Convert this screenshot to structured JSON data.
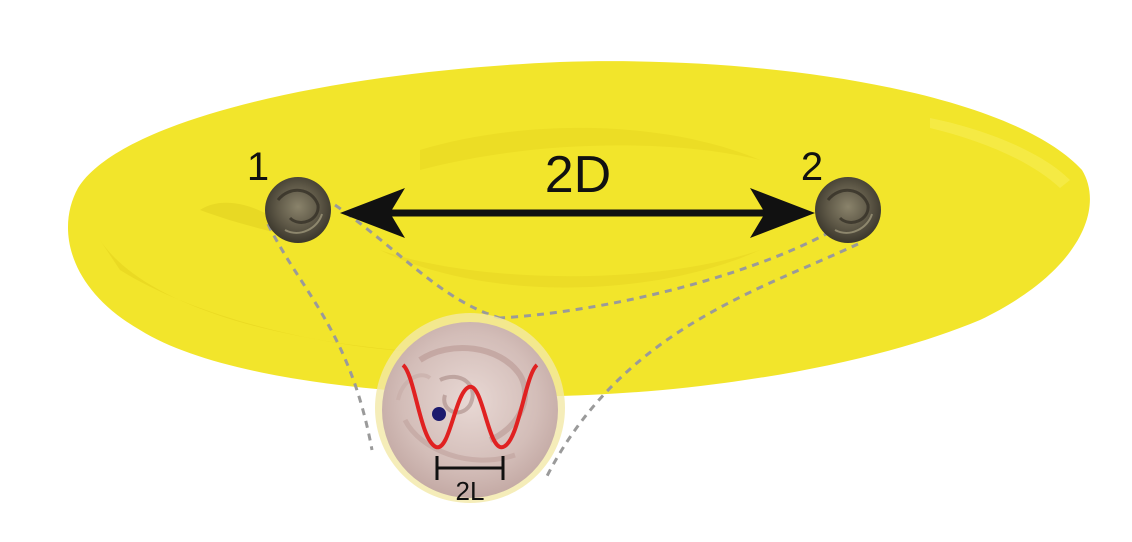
{
  "labels": {
    "site_1": "1",
    "site_2": "2",
    "separation": "2D",
    "well_width": "2L"
  },
  "colors": {
    "disk": "#f2e52b",
    "disk_shadow": "#e4d21e",
    "site": "#5d5746",
    "arrow": "#111111",
    "dashed": "#9a9a9a",
    "inset_fill": "#d9c5c2",
    "potential_curve": "#e02121",
    "particle": "#1c1a6e"
  },
  "icons": {
    "site_1": "quantum-dot-icon",
    "site_2": "quantum-dot-icon",
    "particle": "particle-dot-icon"
  }
}
